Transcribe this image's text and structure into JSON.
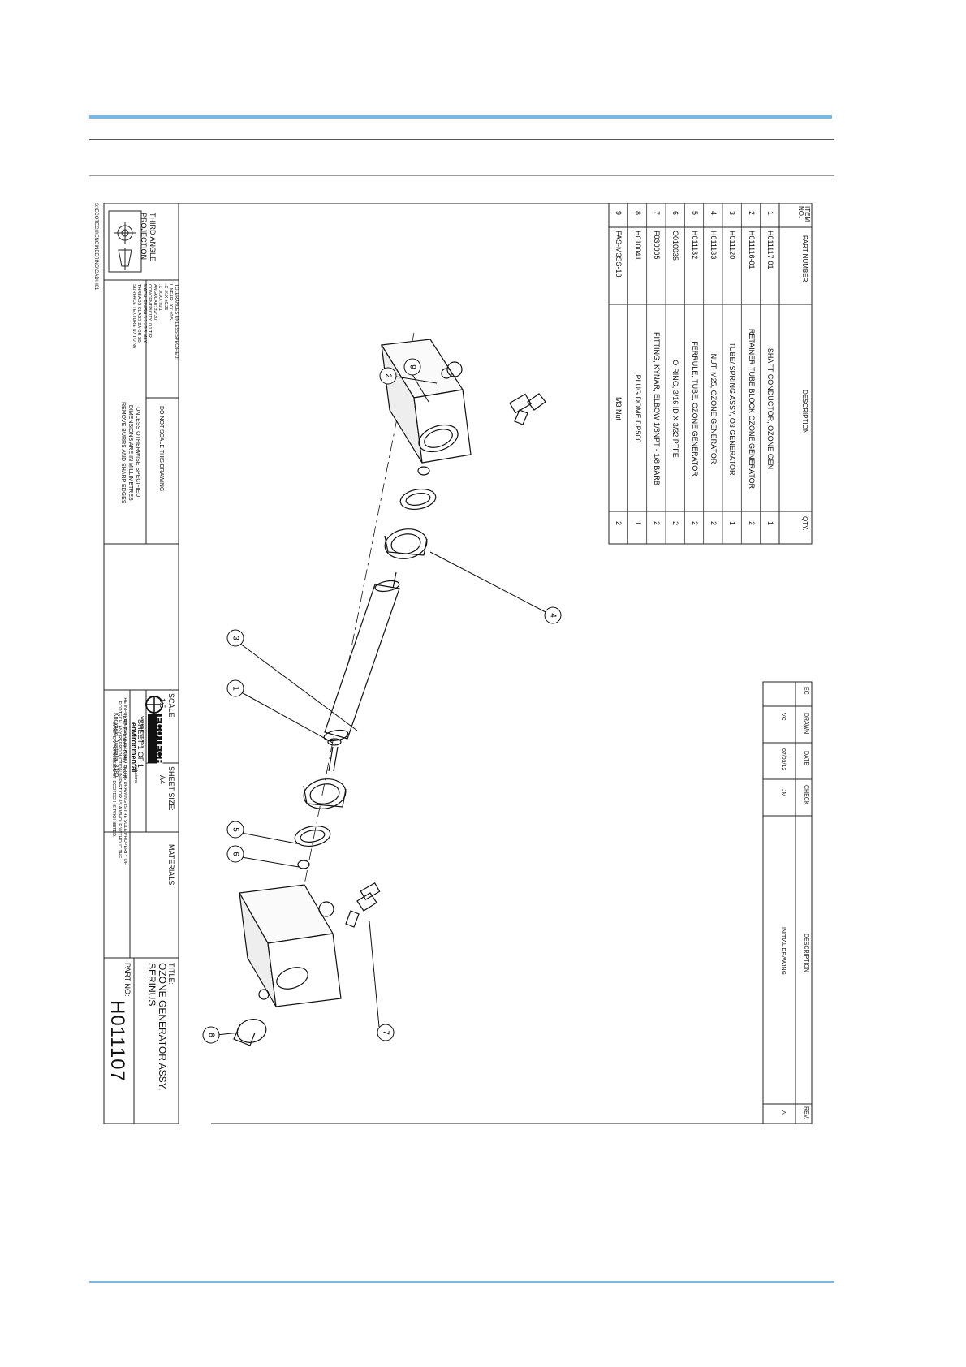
{
  "bom": {
    "headers": {
      "item": "ITEM NO.",
      "part": "PART NUMBER",
      "desc": "DESCRIPTION",
      "qty": "QTY."
    },
    "rows": [
      {
        "item": "1",
        "part": "H011117-01",
        "desc": "SHAFT CONDUCTOR, OZONE GEN",
        "qty": "1"
      },
      {
        "item": "2",
        "part": "H011116-01",
        "desc": "RETAINER TUBE BLOCK OZONE GENERATOR",
        "qty": "2"
      },
      {
        "item": "3",
        "part": "H011120",
        "desc": "TUBE/ SPRING ASSY, O3 GENERATOR",
        "qty": "1"
      },
      {
        "item": "4",
        "part": "H011133",
        "desc": "NUT, M25, OZONE GENERATOR",
        "qty": "2"
      },
      {
        "item": "5",
        "part": "H011132",
        "desc": "FERRULE, TUBE, OZONE GENERATOR",
        "qty": "2"
      },
      {
        "item": "6",
        "part": "O010035",
        "desc": "O-RING, 3/16 ID X 3/32 PTFE",
        "qty": "2"
      },
      {
        "item": "7",
        "part": "F030005",
        "desc": "FITTING, KYNAR, ELBOW 1/8NPT - 1/8 BARB",
        "qty": "2"
      },
      {
        "item": "8",
        "part": "H010041",
        "desc": "PLUG DOME DP500",
        "qty": "1"
      },
      {
        "item": "9",
        "part": "FAS-M3SS-18",
        "desc": "M3 Nut",
        "qty": "2"
      }
    ]
  },
  "revision": {
    "headers": {
      "ec": "EC",
      "drawn": "DRAWN",
      "date": "DATE",
      "check": "CHECK",
      "description": "DESCRIPTION",
      "rev": "REV."
    },
    "row": {
      "drawn": "VC",
      "date": "07/03/12",
      "check": "JM",
      "description": "INITIAL DRAWING",
      "rev": "A"
    }
  },
  "title_block": {
    "file_path": "S:\\ECOTECH\\ENGINEERING\\CAD\\H01",
    "projection": [
      "THIRD ANGLE",
      "PROJECTION"
    ],
    "tolerances": [
      "TOLERANCES UNLESS SPECIFIED:",
      "LINEAR: .XX    ±0.5",
      "  .X     .X.X    ±0.25",
      "  .X     .X.XX   ±0.1",
      "ANGULAR:        ±2°30'",
      "CONCENTRICITY: 0.1 TIR",
      "MACH. FINISH 3.2 - 0.8 MAX",
      "THREADS CLASS 2A OR 2B",
      "SURFACE TEXTURE N7 TO N6"
    ],
    "do_not_scale": "DO NOT SCALE THIS DRAWING",
    "notes": [
      "UNLESS OTHERWISE SPECIFIED,",
      "DIMENSIONS ARE IN MILLIMETRES",
      "REMOVE BURRS AND SHARP EDGES"
    ],
    "company": {
      "logo": "ECOTECH",
      "tagline_small": "WORLD CLASS",
      "tagline": "environmental",
      "tagline_end": "solutions",
      "address1": "1492 Ferntree Gully Road",
      "address2": "Knoxfield, Australia, 3180"
    },
    "scale_label": "SCALE:",
    "scale": "1:5",
    "sheet_size_label": "SHEET SIZE:",
    "sheet_size": "A4",
    "sheet": "SHEET 1 OF 1",
    "materials_label": "MATERIALS:",
    "confidential": [
      "THE INFORMATION CONTAINED IN THIS DRAWING IS THE SOLE PROPERTY OF",
      "ECOTECH. ANY REPRODUCTION IN PART OR AS A WHOLE WITHOUT THE",
      "WRITTEN PERMISSION OF ECOTECH IS PROHIBITED."
    ],
    "title_label": "TITLE:",
    "title": [
      "OZONE GENERATOR ASSY,",
      "SERINUS"
    ],
    "part_no_label": "PART NO:",
    "part_no": "H011107"
  },
  "balloons": [
    "1",
    "2",
    "3",
    "4",
    "5",
    "6",
    "7",
    "8",
    "9"
  ]
}
